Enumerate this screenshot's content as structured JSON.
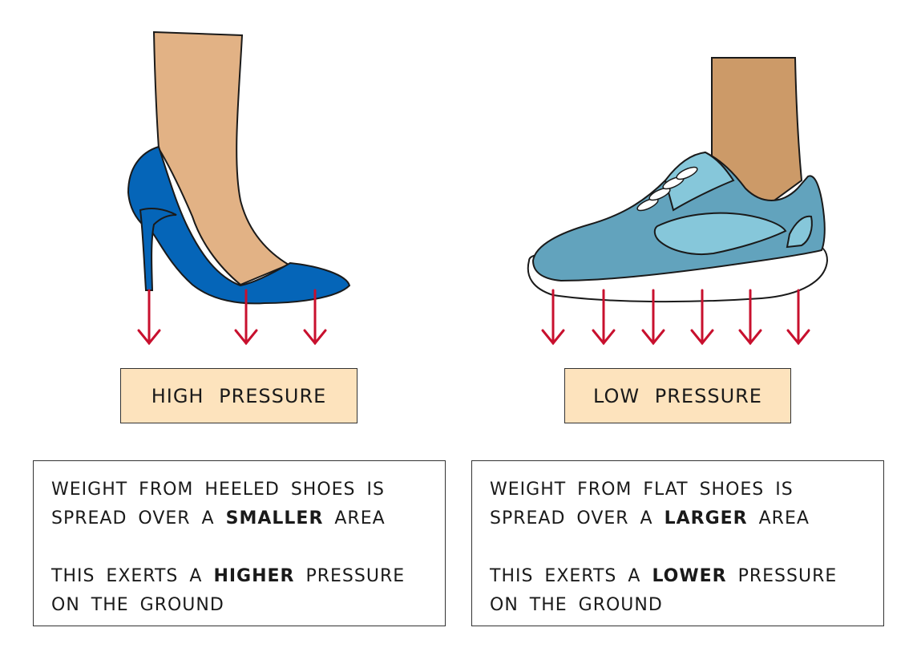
{
  "left": {
    "label": "HIGH PRESSURE",
    "line1": "WEIGHT FROM HEELED SHOES IS",
    "line2_pre": "SPREAD OVER A ",
    "line2_bold": "SMALLER",
    "line2_post": " AREA",
    "line3_pre": "THIS EXERTS A ",
    "line3_bold": "HIGHER",
    "line3_post": " PRESSURE",
    "line4": "ON THE GROUND"
  },
  "right": {
    "label": "LOW PRESSURE",
    "line1": "WEIGHT FROM FLAT SHOES IS",
    "line2_pre": "SPREAD OVER A ",
    "line2_bold": "LARGER",
    "line2_post": " AREA",
    "line3_pre": "THIS EXERTS A ",
    "line3_bold": "LOWER",
    "line3_post": " PRESSURE",
    "line4": "ON THE GROUND"
  },
  "colors": {
    "heel": "#0565b8",
    "sneaker": "#62a3bd",
    "sneaker_light": "#86c7da",
    "skin_left": "#e2b285",
    "skin_right": "#cc9a68",
    "arrow": "#c8102e",
    "label_bg": "#fde3bd"
  }
}
